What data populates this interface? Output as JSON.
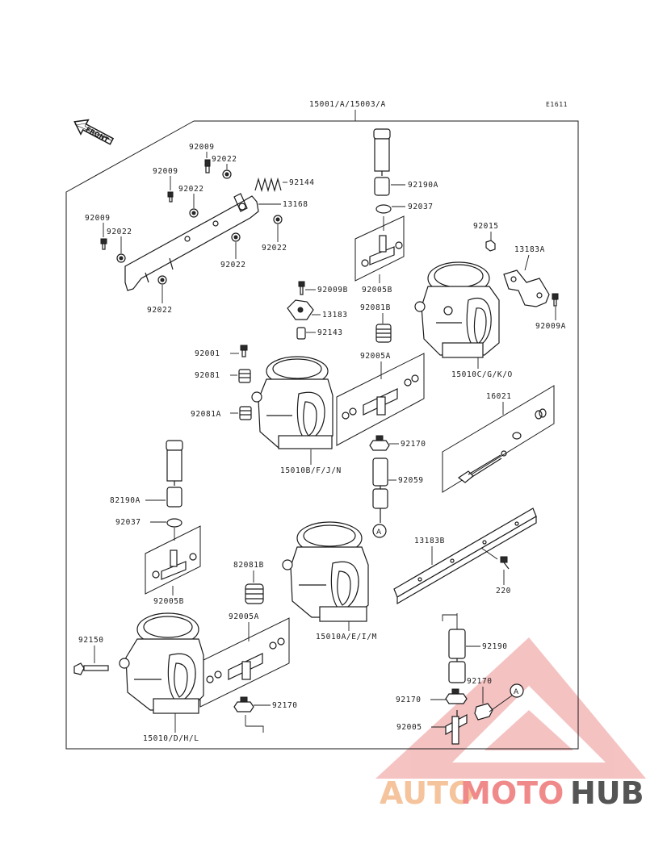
{
  "header": {
    "assembly_code": "15001/A/15003/A",
    "figure_code": "E1611"
  },
  "front_label": "FRONT",
  "parts": {
    "p92009_a": "92009",
    "p92022_a": "92022",
    "p92009_b": "92009",
    "p92022_b": "92022",
    "p92144": "92144",
    "p13168": "13168",
    "p92009_c": "92009",
    "p92022_c": "92022",
    "p92022_d": "92022",
    "p92022_e": "92022",
    "p92022_f": "92022",
    "p92190A_top": "92190A",
    "p92037_top": "92037",
    "p92005B_top": "92005B",
    "p92015": "92015",
    "p13183A": "13183A",
    "p92009A": "92009A",
    "p92009B": "92009B",
    "p13183": "13183",
    "p92081B_top": "92081B",
    "p92143": "92143",
    "p92001": "92001",
    "p92081": "92081",
    "p92081A": "92081A",
    "p92005A_top": "92005A",
    "p15010C": "15010C/G/K/O",
    "p16021": "16021",
    "p92170_mid": "92170",
    "p15010B": "15010B/F/J/N",
    "p92059": "92059",
    "p82190A": "82190A",
    "p92037_bot": "92037",
    "p92005B_bot": "92005B",
    "p13183B": "13183B",
    "p220": "220",
    "p82081B": "82081B",
    "p92005A_bot": "92005A",
    "p15010A": "15010A/E/I/M",
    "p92150": "92150",
    "p92190": "92190",
    "p92170_r1": "92170",
    "p92170_r2": "92170",
    "p92170_bot": "92170",
    "p92005": "92005",
    "p15010D": "15010/D/H/L"
  },
  "callouts": {
    "marker_a_1": "A",
    "marker_a_2": "A"
  },
  "watermark": {
    "part1": "AUTO",
    "part2": "MOTO",
    "part3": "HUB",
    "color1": "#f5c39c",
    "color2": "#f08a8a",
    "color3": "#555555"
  }
}
